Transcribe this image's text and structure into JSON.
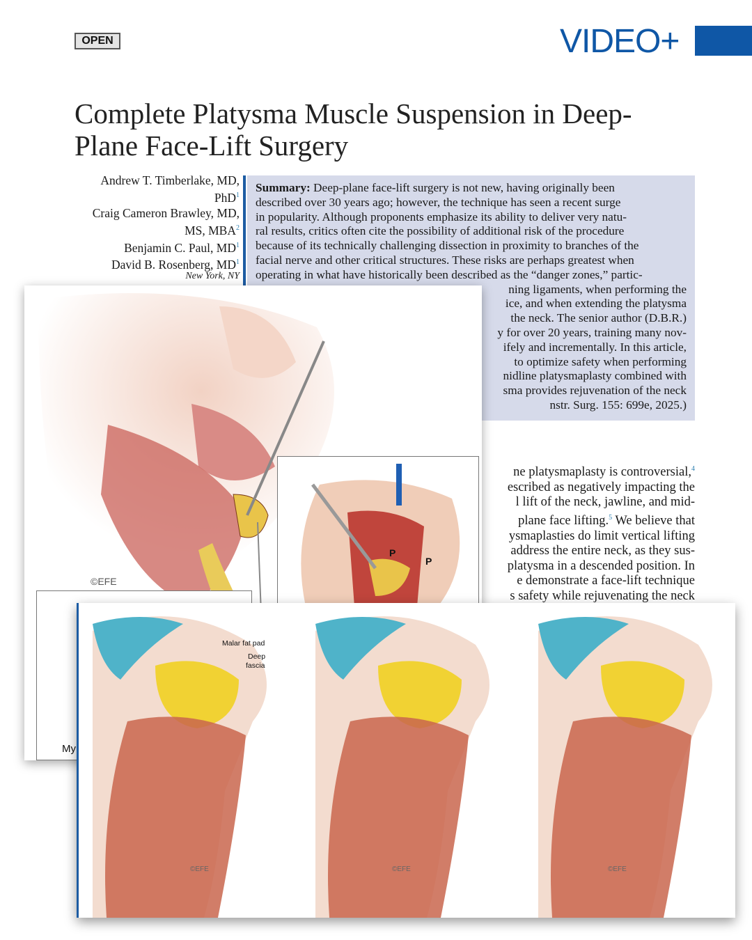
{
  "header": {
    "open_badge": "OPEN",
    "video_label": "VIDEO+",
    "accent": "#0f57a6"
  },
  "article": {
    "title": "Complete Platysma Muscle Suspension in Deep-Plane Face-Lift Surgery",
    "authors": [
      {
        "name": "Andrew T. Timberlake, MD,",
        "cont": "PhD",
        "aff": "1"
      },
      {
        "name": "Craig Cameron Brawley, MD,",
        "cont": "MS, MBA",
        "aff": "2"
      },
      {
        "name": "Benjamin C. Paul, MD",
        "aff": "1"
      },
      {
        "name": "David B. Rosenberg, MD",
        "aff": "1"
      }
    ],
    "location": "New York, NY",
    "summary_label": "Summary:",
    "summary_lines": [
      " Deep-plane face-lift surgery is not new, having originally been",
      "described over 30 years ago; however, the technique has seen a recent surge",
      "in popularity. Although proponents emphasize its ability to deliver very natu-",
      "ral results, critics often cite the possibility of additional risk of the procedure",
      "because of its technically challenging dissection in proximity to branches of the",
      "facial nerve and other critical structures. These risks are perhaps greatest when",
      "operating in what have historically been described as the “danger zones,” partic-",
      "ning ligaments, when performing the",
      "ice, and when extending the platysma",
      "the neck. The senior author (D.B.R.)",
      "y for over 20 years, training many nov-",
      "ifely and incrementally. In this article,",
      "to optimize safety when performing",
      "nidline platysmaplasty combined with",
      "sma provides rejuvenation of the neck",
      "nstr. Surg. 155: 699e, 2025.)"
    ],
    "body_lines": [
      "ne platysmaplasty is controversial,",
      "escribed as negatively impacting the",
      "l lift of the neck, jawline, and mid-",
      "plane face lifting.",
      "ysmaplasties do limit vertical lifting",
      "address the entire neck, as they sus-",
      "platysma in a descended position. In",
      "e demonstrate a face-lift technique",
      "s safety while rejuvenating the neck"
    ],
    "body_refs": {
      "r4": "4",
      "r5": "5",
      "after5": " We believe that"
    }
  },
  "figures": {
    "signature": "©EFE",
    "inset_labels": [
      "P",
      "P"
    ],
    "partial_label": "My",
    "label_malar": "Malar fat pad",
    "label_deep": "Deep",
    "label_fascia": "fascia"
  }
}
